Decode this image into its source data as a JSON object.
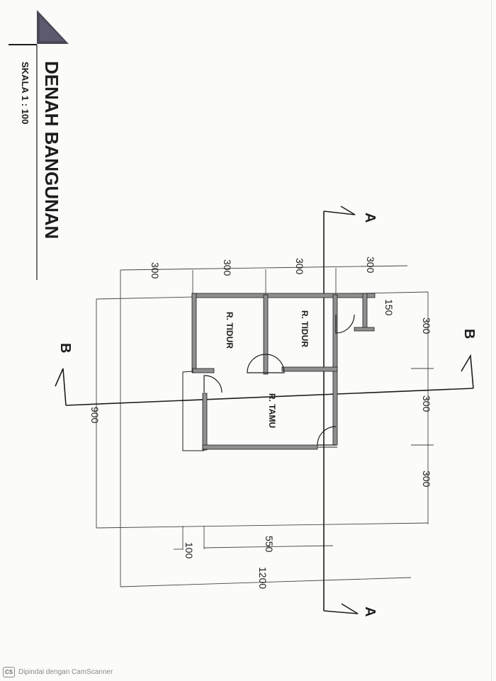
{
  "drawing": {
    "title": "DENAH BANGUNAN",
    "scale": "SKALA 1 : 100"
  },
  "rooms": {
    "bedroom_a": "R. TIDUR",
    "bedroom_b": "R. TIDUR",
    "living_room": "R. TAMU"
  },
  "section_marks": {
    "a_top": "A",
    "a_bottom": "A",
    "b_left": "B",
    "b_right": "B"
  },
  "dimensions": {
    "top_chain": [
      "300",
      "300",
      "300",
      "300"
    ],
    "right_chain": [
      "300",
      "300",
      "300"
    ],
    "bottom_small": "100",
    "bottom_mid": "550",
    "overall_length": "1200",
    "overall_width": "900",
    "wing": "150"
  },
  "footer": {
    "badge": "CS",
    "text": "Dipindai dengan CamScanner"
  },
  "colors": {
    "ink": "#1c1c1c",
    "wall_fill": "#8f8f8f",
    "title_block": "#4a4857",
    "paper": "#fbfbf9"
  }
}
